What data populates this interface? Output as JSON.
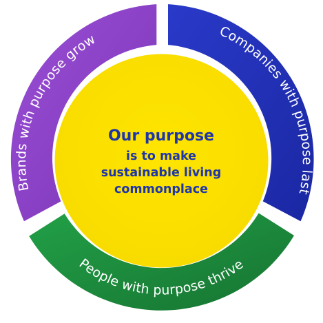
{
  "ring": {
    "top_left": {
      "label": "Brands with purpose grow",
      "color": "#8a3fc4"
    },
    "top_right": {
      "label": "Companies with purpose last",
      "color": "#1f2fb5"
    },
    "bottom": {
      "label": "People with purpose thrive",
      "color": "#1d8a3c"
    }
  },
  "center": {
    "title": "Our purpose",
    "line1": "is to make",
    "line2": "sustainable living",
    "line3": "commonplace",
    "fill": "#f8dc00",
    "text_color": "#1f36a8"
  }
}
